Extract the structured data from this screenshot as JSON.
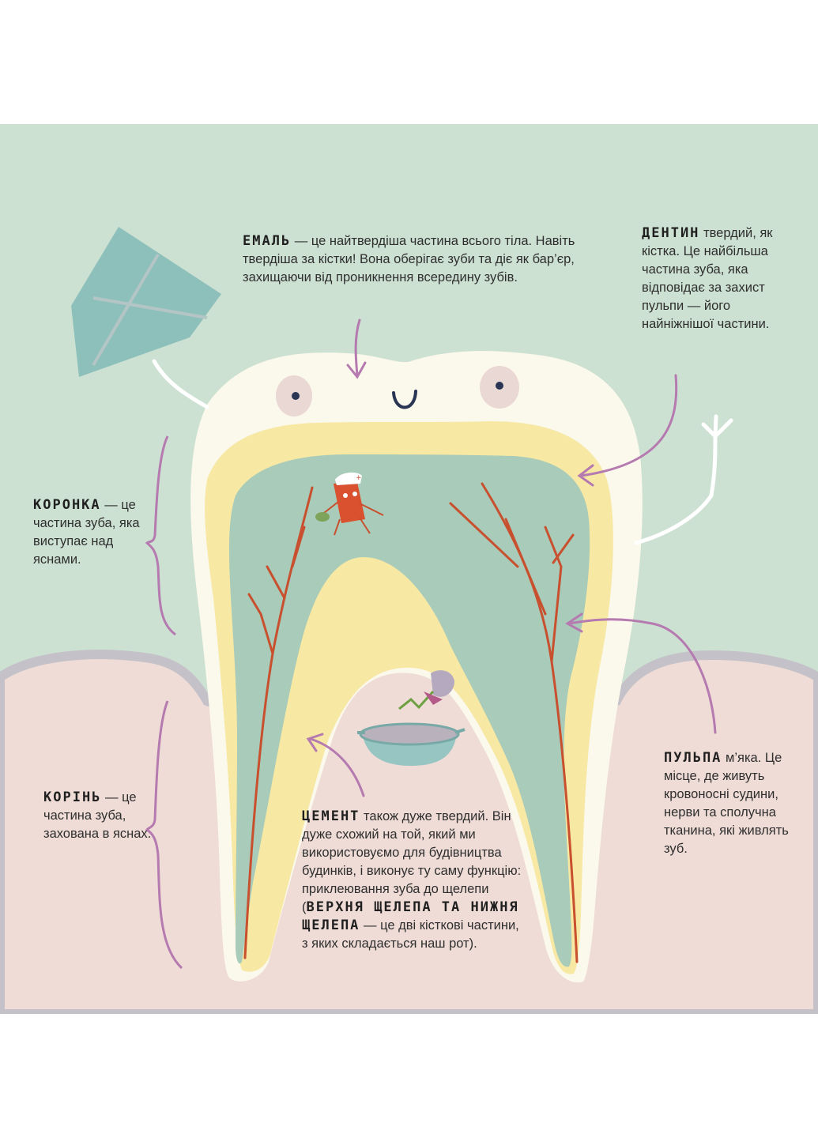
{
  "labels": {
    "enamel": {
      "term": "ЕМАЛЬ",
      "text": "— це найтвердіша частина всього тіла. Навіть твердіша за кістки! Вона оберігає зуби та діє як бар’єр, захищаючи від проникнення всередину зубів."
    },
    "dentin": {
      "term": "ДЕНТИН",
      "text": "твердий, як кістка. Це найбільша частина зуба, яка відповідає за захист пульпи — його найніжнішої частини."
    },
    "crown": {
      "term": "КОРОНКА",
      "text": "— це частина зуба, яка виступає над яснами."
    },
    "root": {
      "term": "КОРІНЬ",
      "text": "— це частина зуба, захована в яснах."
    },
    "pulp": {
      "term": "ПУЛЬПА",
      "text": "м’яка. Це місце, де живуть кровоносні судини, нерви та сполучна тканина, які живлять зуб."
    },
    "cement": {
      "term": "ЦЕМЕНТ",
      "text_before": "також дуже твердий. Він дуже схожий на той, який ми використовуємо для будівництва будинків, і виконує ту саму функцію: приклеювання зуба до щелепи (",
      "term2": "ВЕРХНЯ ЩЕЛЕПА ТА НИЖНЯ ЩЕЛЕПА",
      "text_after": "— це дві кісткові частини, з яких складається наш рот)."
    }
  },
  "colors": {
    "mint_background": "#cde1d3",
    "gum_pink": "#efdcd6",
    "gum_outline": "#c4c2c8",
    "enamel_cream": "#fbf8ec",
    "dentin_yellow": "#f7e8a4",
    "pulp_green": "#a9cbb9",
    "nerve_red": "#c8502e",
    "arrow_purple": "#b57aaf",
    "shield_teal": "#8ec0bb"
  },
  "icons": [
    "shield-icon",
    "bowl-icon",
    "trowel-icon",
    "tooth-face-eyes",
    "doctor-character"
  ]
}
